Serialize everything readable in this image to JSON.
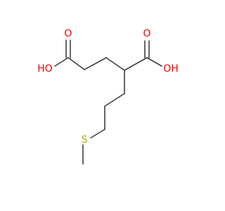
{
  "molecule": {
    "atom_labels": {
      "carbonyl_o_left": "O",
      "hydroxyl_left": "HO",
      "carbonyl_o_right": "O",
      "hydroxyl_right": "OH",
      "sulfur": "S"
    },
    "colors": {
      "bond": "#404040",
      "oxygen": "#ff0000",
      "sulfur": "#b2b200",
      "background": "#ffffff"
    }
  }
}
